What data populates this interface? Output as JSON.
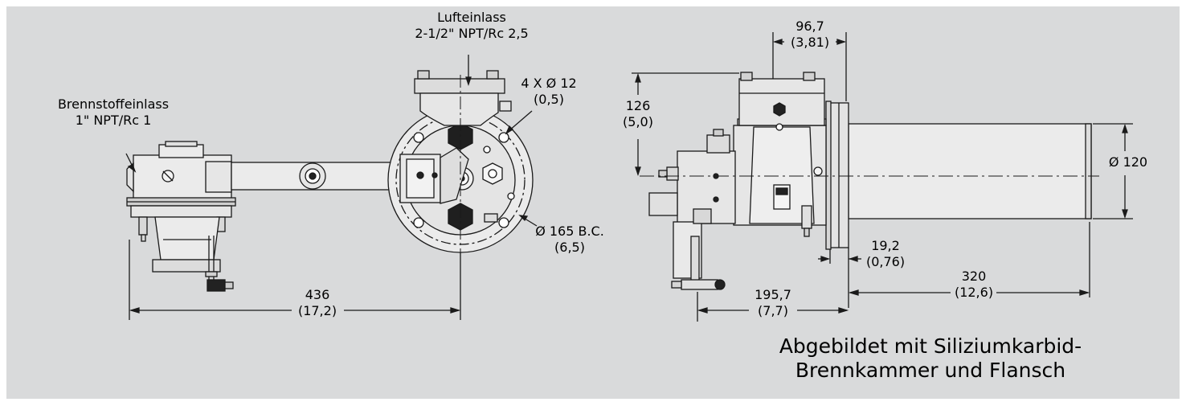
{
  "labels": {
    "air_inlet_title": "Lufteinlass",
    "air_inlet_thread": "2-1/2\" NPT/Rc 2,5",
    "fuel_inlet_title": "Brennstoffeinlass",
    "fuel_inlet_thread": "1\" NPT/Rc 1",
    "holes_mm": "4 X Ø 12",
    "holes_in": "(0,5)",
    "bolt_circle_mm": "Ø 165 B.C.",
    "bolt_circle_in": "(6,5)",
    "length_436_mm": "436",
    "length_436_in": "(17,2)",
    "dim_96_mm": "96,7",
    "dim_96_in": "(3,81)",
    "dim_126_mm": "126",
    "dim_126_in": "(5,0)",
    "dia_120": "Ø 120",
    "dim_19_mm": "19,2",
    "dim_19_in": "(0,76)",
    "dim_320_mm": "320",
    "dim_320_in": "(12,6)",
    "dim_195_mm": "195,7",
    "dim_195_in": "(7,7)"
  },
  "caption": {
    "line1": "Abgebildet mit Siliziumkarbid-",
    "line2": "Brennkammer und Flansch"
  }
}
